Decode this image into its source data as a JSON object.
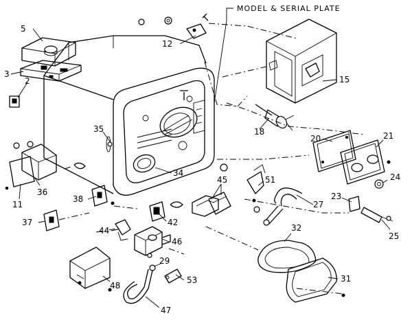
{
  "title": "MODEL & SERIAL PLATE",
  "callouts": {
    "c2": "2",
    "c3": "3",
    "c5": "5",
    "c11": "11",
    "c12": "12",
    "c15": "15",
    "c18": "18",
    "c20": "20",
    "c21": "21",
    "c23": "23",
    "c24": "24",
    "c25": "25",
    "c27": "27",
    "c29": "29",
    "c31": "31",
    "c32": "32",
    "c34": "34",
    "c35": "35",
    "c36": "36",
    "c37": "37",
    "c38": "38",
    "c42": "42",
    "c44": "44",
    "c45": "45",
    "c46": "46",
    "c47": "47",
    "c48": "48",
    "c51": "51",
    "c53": "53"
  }
}
